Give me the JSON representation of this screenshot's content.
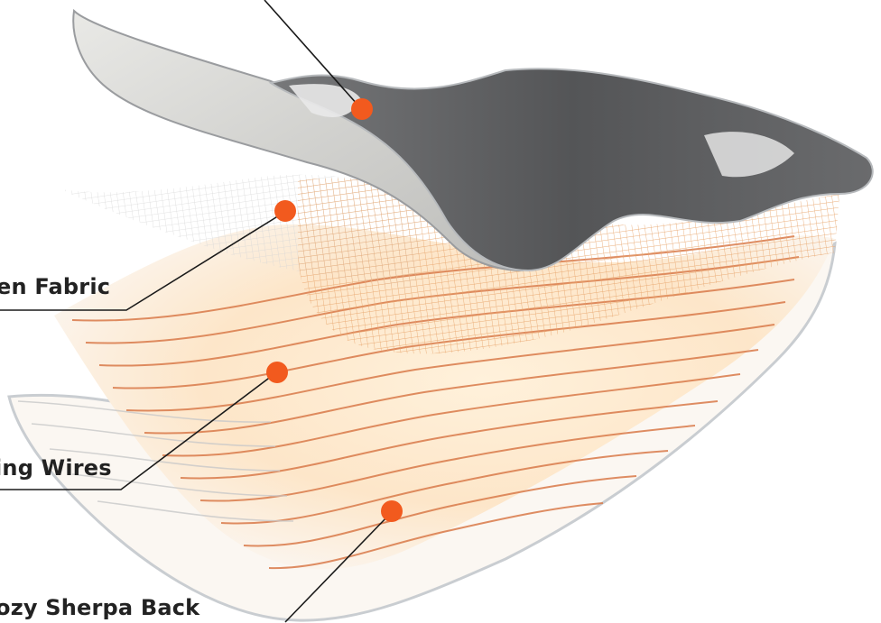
{
  "labels": {
    "fabric": "en Fabric",
    "wires": "ing Wires",
    "back": "ozy Sherpa Back"
  },
  "colors": {
    "marker": "#f25a1e",
    "leader_line": "#1a1a1a",
    "flannel_dark": "#5a5b5e",
    "flannel_light": "#d8d8d6",
    "glow": "#fde3c4",
    "wire": "#d97a4a",
    "mesh": "#e7a26a",
    "sherpa_edge": "#c8ccd0"
  },
  "icons": {
    "marker": "orange-dot-icon"
  }
}
